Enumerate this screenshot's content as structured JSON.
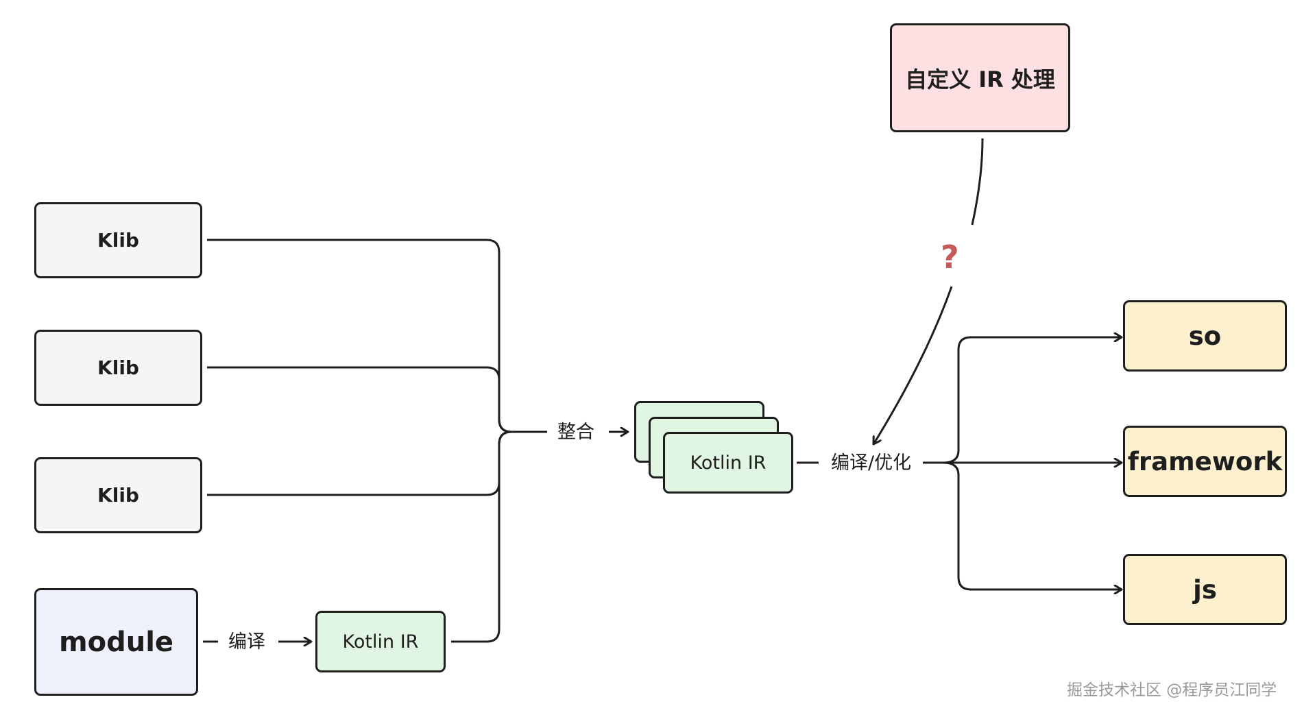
{
  "diagram": {
    "klibs": [
      "Klib",
      "Klib",
      "Klib"
    ],
    "module": "module",
    "compile_label": "编译",
    "kotlin_ir_small": "Kotlin IR",
    "merge_label": "整合",
    "kotlin_ir_stack": "Kotlin IR",
    "compile_optimize_label": "编译/优化",
    "custom_ir": "自定义 IR 处理",
    "question_mark": "?",
    "outputs": [
      "so",
      "framework",
      "js"
    ],
    "watermark": "掘金技术社区 @程序员江同学"
  },
  "colors": {
    "klib_fill": "#f5f5f5",
    "module_fill": "#eef1fb",
    "kotlin_ir_fill": "#e1f5e3",
    "custom_fill": "#fde0e1",
    "output_fill": "#fcf0cf",
    "question": "#c45a5a",
    "stroke": "#1e1e1e"
  }
}
